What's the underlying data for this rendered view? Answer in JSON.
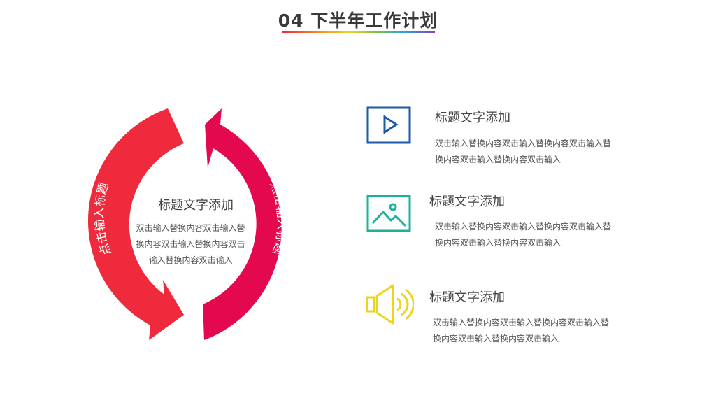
{
  "header": {
    "title": "04 下半年工作计划"
  },
  "cycle": {
    "left_arrow_label": "点击输入标题",
    "right_arrow_label": "点击输入标题",
    "center_title": "标题文字添加",
    "center_body": "双击输入替换内容双击输入替换内容双击输入替换内容双击输入替换内容双击输入",
    "colors": {
      "left_arrow": "#ef2a3c",
      "right_arrow": "#e4094f"
    }
  },
  "features": [
    {
      "icon": "play-icon",
      "color": "#1b5aa8",
      "title": "标题文字添加",
      "body": "双击输入替换内容双击输入替换内容双击输入替换内容双击输入替换内容双击输入"
    },
    {
      "icon": "image-icon",
      "color": "#1ab39a",
      "title": "标题文字添加",
      "body": "双击输入替换内容双击输入替换内容双击输入替换内容双击输入替换内容双击输入"
    },
    {
      "icon": "speaker-icon",
      "color": "#ecd51c",
      "title": "标题文字添加",
      "body": "双击输入替换内容双击输入替换内容双击输入替换内容双击输入替换内容双击输入"
    }
  ]
}
